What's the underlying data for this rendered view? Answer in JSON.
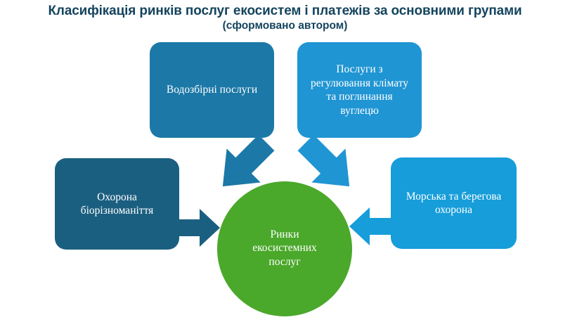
{
  "title": {
    "main": "Класифікація ринків послуг екосистем і платежів за основними групами",
    "subtitle": "(сформовано автором)",
    "color": "#14445e"
  },
  "center": {
    "label": "Ринки\nекосистемних\nпослуг",
    "color": "#4aa82a",
    "shape": "circle"
  },
  "nodes": [
    {
      "id": "watershed",
      "label": "Водозбірні послуги",
      "color": "#1c78a7",
      "position": "top-left"
    },
    {
      "id": "climate",
      "label": "Послуги з\nрегулювання клімату\nта поглинання\nвуглецю",
      "color": "#2095d3",
      "position": "top-right"
    },
    {
      "id": "biodiversity",
      "label": "Охорона\nбіорізноманіття",
      "color": "#1b5f80",
      "position": "left"
    },
    {
      "id": "marine",
      "label": "Морська та берегова\nохорона",
      "color": "#169dda",
      "position": "right"
    }
  ],
  "arrows": [
    {
      "id": "arrow-watershed",
      "from": "watershed",
      "to": "center",
      "direction": "down-right",
      "color": "#1c78a7"
    },
    {
      "id": "arrow-climate",
      "from": "climate",
      "to": "center",
      "direction": "down-left",
      "color": "#2095d3"
    },
    {
      "id": "arrow-biodiversity",
      "from": "biodiversity",
      "to": "center",
      "direction": "right",
      "color": "#1b5f80"
    },
    {
      "id": "arrow-marine",
      "from": "marine",
      "to": "center",
      "direction": "left",
      "color": "#169dda"
    }
  ]
}
